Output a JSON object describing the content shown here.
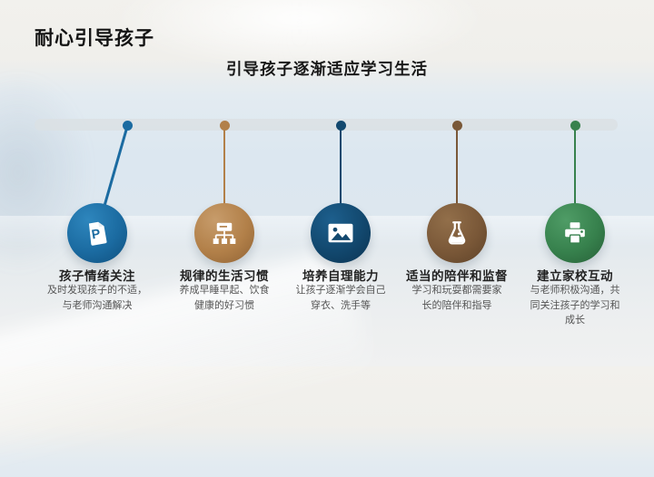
{
  "slide": {
    "title": "耐心引导孩子",
    "subtitle": "引导孩子逐渐适应学习生活"
  },
  "timeline": {
    "bar_color": "#dbe0e4",
    "items": [
      {
        "heading": "孩子情绪关注",
        "body_lines": [
          "及时发现孩子的不适，",
          "与老师沟通解决"
        ],
        "icon": "document-p-icon",
        "color": "#1b6ba1",
        "color_light": "#2e86bd",
        "color_dark": "#0f4f7d"
      },
      {
        "heading": "规律的生活习惯",
        "body_lines": [
          "养成早睡早起、饮食",
          "健康的好习惯"
        ],
        "icon": "sitemap-icon",
        "color": "#b28049",
        "color_light": "#c79c6b",
        "color_dark": "#8f6234"
      },
      {
        "heading": "培养自理能力",
        "body_lines": [
          "让孩子逐渐学会自己",
          "穿衣、洗手等"
        ],
        "icon": "image-icon",
        "color": "#12486e",
        "color_light": "#1d5f8d",
        "color_dark": "#0b3352"
      },
      {
        "heading": "适当的陪伴和监督",
        "body_lines": [
          "学习和玩耍都需要家",
          "长的陪伴和指导"
        ],
        "icon": "flask-icon",
        "color": "#7a5838",
        "color_light": "#926f4a",
        "color_dark": "#5e4228"
      },
      {
        "heading": "建立家校互动",
        "body_lines": [
          "与老师积极沟通，共",
          "同关注孩子的学习和",
          "成长"
        ],
        "icon": "printer-icon",
        "color": "#37814d",
        "color_light": "#4f9c66",
        "color_dark": "#265f37"
      }
    ]
  }
}
